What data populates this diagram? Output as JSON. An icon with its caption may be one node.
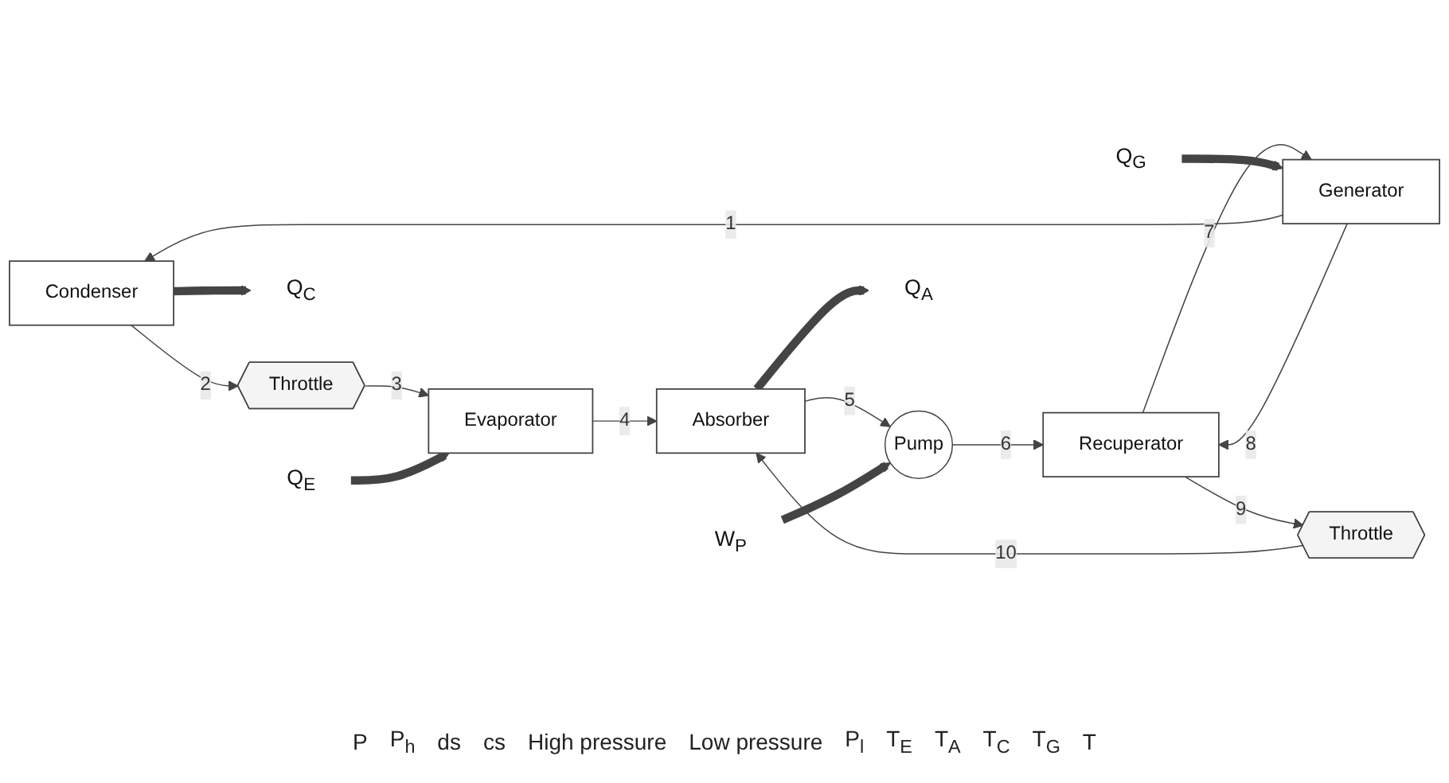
{
  "diagram": {
    "nodes": [
      {
        "text": [
          "Condenser"
        ]
      },
      {
        "text": [
          "Generator"
        ]
      },
      {
        "text": [
          "Recuperator"
        ]
      },
      {
        "text": [
          "Pump"
        ]
      },
      {
        "text": [
          "Throttle"
        ]
      },
      {
        "text": [
          "Throttle"
        ]
      },
      {
        "text": [
          "Evaporator"
        ]
      },
      {
        "text": [
          "Absorber"
        ]
      },
      {
        "text": [
          "Q$_{C}$"
        ]
      },
      {
        "text": [
          "Q$_{G}$"
        ]
      },
      {
        "text": [
          "W$_{P}$"
        ]
      },
      {
        "text": [
          "Q$_{E}$"
        ]
      },
      {
        "text": [
          "Q$_{A}$"
        ]
      }
    ],
    "edges": [
      {
        "from": 1,
        "to": 0,
        "arrow": "to",
        "label": "1"
      },
      {
        "from": 0,
        "to": 4,
        "arrow": "to",
        "label": "2"
      },
      {
        "from": 4,
        "to": 6,
        "arrow": "to",
        "label": "3"
      },
      {
        "from": 6,
        "to": 7,
        "arrow": "to",
        "label": "4"
      },
      {
        "from": 7,
        "to": 3,
        "arrow": "to",
        "label": "5"
      },
      {
        "from": 3,
        "to": 2,
        "arrow": "to",
        "label": "6"
      },
      {
        "from": 2,
        "to": 1,
        "arrow": "to",
        "label": "7"
      },
      {
        "from": 1,
        "to": 2,
        "arrow": "to",
        "label": "8"
      },
      {
        "from": 2,
        "to": 5,
        "arrow": "to",
        "label": "9"
      },
      {
        "from": 5,
        "to": 7,
        "arrow": "to",
        "label": "10"
      },
      {
        "from": 0,
        "to": 8,
        "arrow": "to",
        "style": "thick"
      },
      {
        "from": 9,
        "to": 1,
        "arrow": "to",
        "style": "thick"
      },
      {
        "from": 10,
        "to": 3,
        "arrow": "to",
        "style": "thick"
      },
      {
        "from": 11,
        "to": 6,
        "arrow": "to",
        "style": "thick"
      },
      {
        "from": 7,
        "to": 12,
        "arrow": "to",
        "style": "thick"
      }
    ],
    "labels": [
      "P",
      "P$_{h}$",
      "ds",
      "cs",
      "High pressure",
      "Low pressure",
      "P$_{l}$",
      "T$_{E}$",
      "T$_{A}$",
      "T$_{C}$",
      "T$_{G}$",
      "T"
    ]
  }
}
